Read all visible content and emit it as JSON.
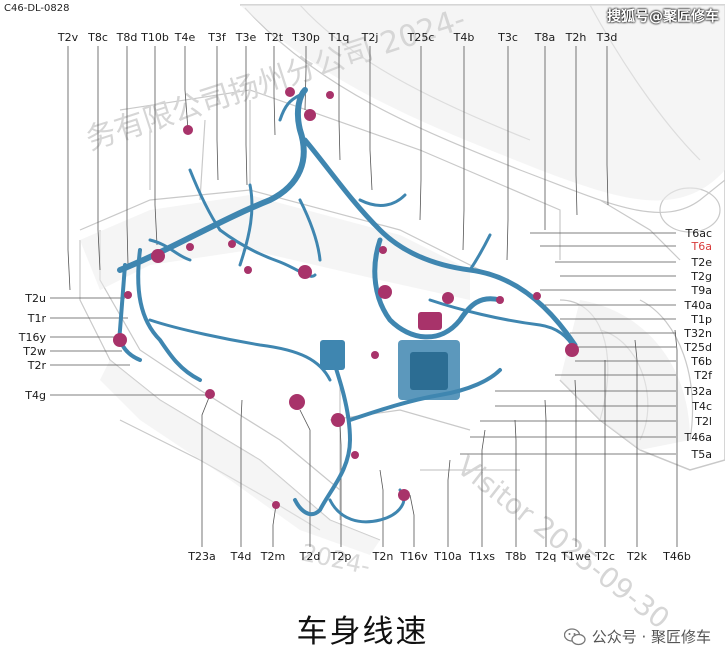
{
  "doc_code": "C46-DL-0828",
  "watermark_top": "搜狐号@聚匠修车",
  "watermark_bottom": "公众号 · 聚匠修车",
  "watermark_diag_1": "务有限公司扬州分公司 2024-",
  "watermark_diag_2": "Visitor 2025-09-30",
  "watermark_diag_3": "2024-",
  "caption": "车身线速",
  "labels_top": [
    "T2v",
    "T8c",
    "T8d",
    "T10b",
    "T4e",
    "T3f",
    "T3e",
    "T2t",
    "T30p",
    "T1q",
    "T2j",
    "T25c",
    "T4b",
    "T3c",
    "T8a",
    "T2h",
    "T3d"
  ],
  "labels_left": [
    "T2u",
    "T1r",
    "T16y",
    "T2w",
    "T2r",
    "T4g"
  ],
  "labels_right": [
    "T6ac",
    "T6a",
    "T2e",
    "T2g",
    "T9a",
    "T40a",
    "T1p",
    "T32n",
    "T25d",
    "T6b",
    "T2f",
    "T32a",
    "T4c",
    "T2l",
    "T46a",
    "T5a"
  ],
  "labels_bottom": [
    "T23a",
    "T4d",
    "T2m",
    "T2d",
    "T2p",
    "T2n",
    "T16v",
    "T10a",
    "T1xs",
    "T8b",
    "T2q",
    "T1we",
    "T2c",
    "T2k",
    "T46b"
  ],
  "highlight_label": "T6a",
  "colors": {
    "harness": "#3f86b0",
    "connector": "#a8336a",
    "highlight": "#d83a3a"
  }
}
